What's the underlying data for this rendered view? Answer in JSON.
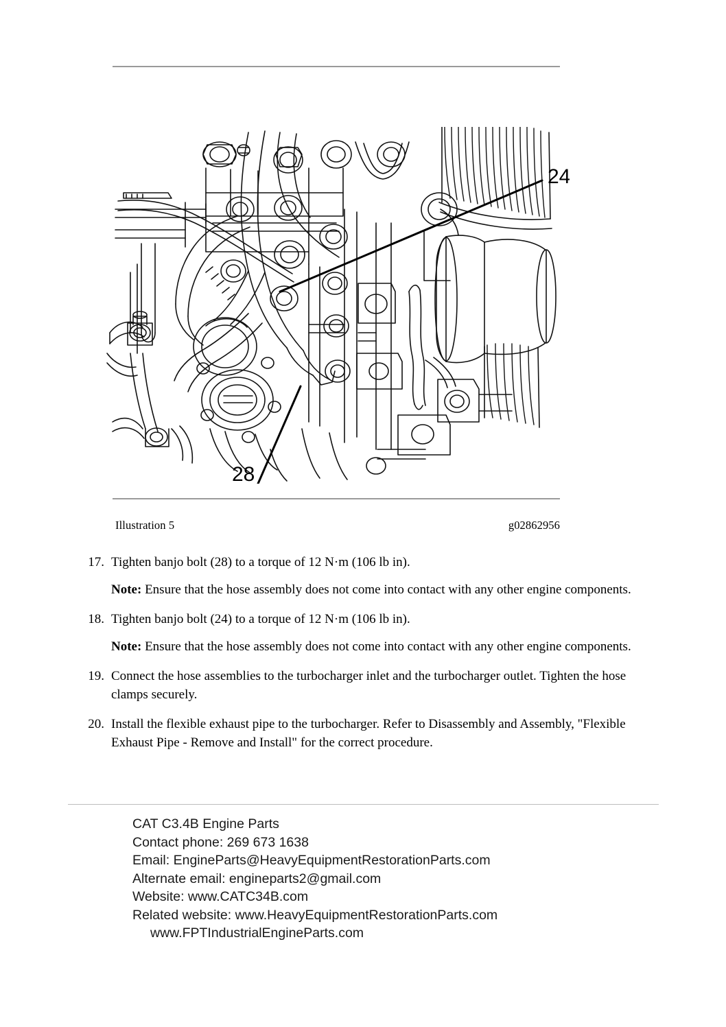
{
  "page": {
    "background": "#ffffff",
    "rule_color": "#9a9a9a",
    "footer_rule_color": "#bdbdbd"
  },
  "figure": {
    "alt": "Line drawing of a CAT C3.4B engine showing hose assemblies, banjo bolts, serpentine belt, pulley and oil filter",
    "callouts": [
      {
        "id": "callout-24",
        "label": "24"
      },
      {
        "id": "callout-28",
        "label": "28"
      }
    ]
  },
  "caption": {
    "label": "Illustration 5",
    "graphic_id": "g02862956"
  },
  "steps": [
    {
      "number": "17.",
      "text": "Tighten banjo bolt (28) to a torque of 12 N·m (106 lb in).",
      "note_label": "Note:",
      "note_text": " Ensure that the hose assembly does not come into contact with any other engine components."
    },
    {
      "number": "18.",
      "text": "Tighten banjo bolt (24) to a torque of 12 N·m (106 lb in).",
      "note_label": "Note:",
      "note_text": " Ensure that the hose assembly does not come into contact with any other engine components."
    },
    {
      "number": "19.",
      "text": "Connect the hose assemblies to the turbocharger inlet and the turbocharger outlet. Tighten the hose clamps securely.",
      "note_label": "",
      "note_text": ""
    },
    {
      "number": "20.",
      "text": "Install the flexible exhaust pipe to the turbocharger. Refer to Disassembly and Assembly, \"Flexible Exhaust Pipe - Remove and Install\" for the correct procedure.",
      "note_label": "",
      "note_text": ""
    }
  ],
  "footer": {
    "lines": [
      "CAT C3.4B Engine Parts",
      "Contact phone: 269 673 1638",
      "Email: EngineParts@HeavyEquipmentRestorationParts.com",
      "Alternate email: engineparts2@gmail.com",
      "Website: www.CATC34B.com",
      "Related website: www.HeavyEquipmentRestorationParts.com",
      "www.FPTIndustrialEngineParts.com"
    ]
  }
}
